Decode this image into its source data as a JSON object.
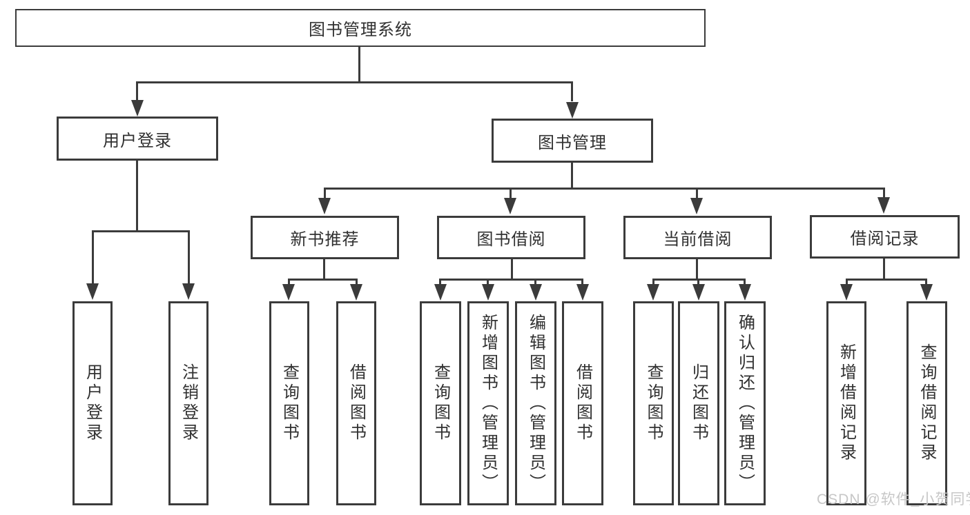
{
  "diagram": {
    "root": {
      "label": "图书管理系统"
    },
    "level2": [
      {
        "label": "用户登录"
      },
      {
        "label": "图书管理"
      }
    ],
    "level3": [
      {
        "label": "新书推荐"
      },
      {
        "label": "图书借阅"
      },
      {
        "label": "当前借阅"
      },
      {
        "label": "借阅记录"
      }
    ],
    "leaves": {
      "user_login": [
        {
          "label": "用户登录"
        },
        {
          "label": "注销登录"
        }
      ],
      "new_book": [
        {
          "label": "查询图书"
        },
        {
          "label": "借阅图书"
        }
      ],
      "book_borrow": [
        {
          "label": "查询图书"
        },
        {
          "label": "新增图书（管理员）"
        },
        {
          "label": "编辑图书（管理员）"
        },
        {
          "label": "借阅图书"
        }
      ],
      "current_borrow": [
        {
          "label": "查询图书"
        },
        {
          "label": "归还图书"
        },
        {
          "label": "确认归还（管理员）"
        }
      ],
      "borrow_record": [
        {
          "label": "新增借阅记录"
        },
        {
          "label": "查询借阅记录"
        }
      ]
    }
  },
  "watermark": {
    "text": "CSDN @软件_小贺同学"
  },
  "colors": {
    "line": "#3b3b3b",
    "text": "#303030",
    "background": "#ffffff",
    "watermark": "#c7c7c7"
  }
}
